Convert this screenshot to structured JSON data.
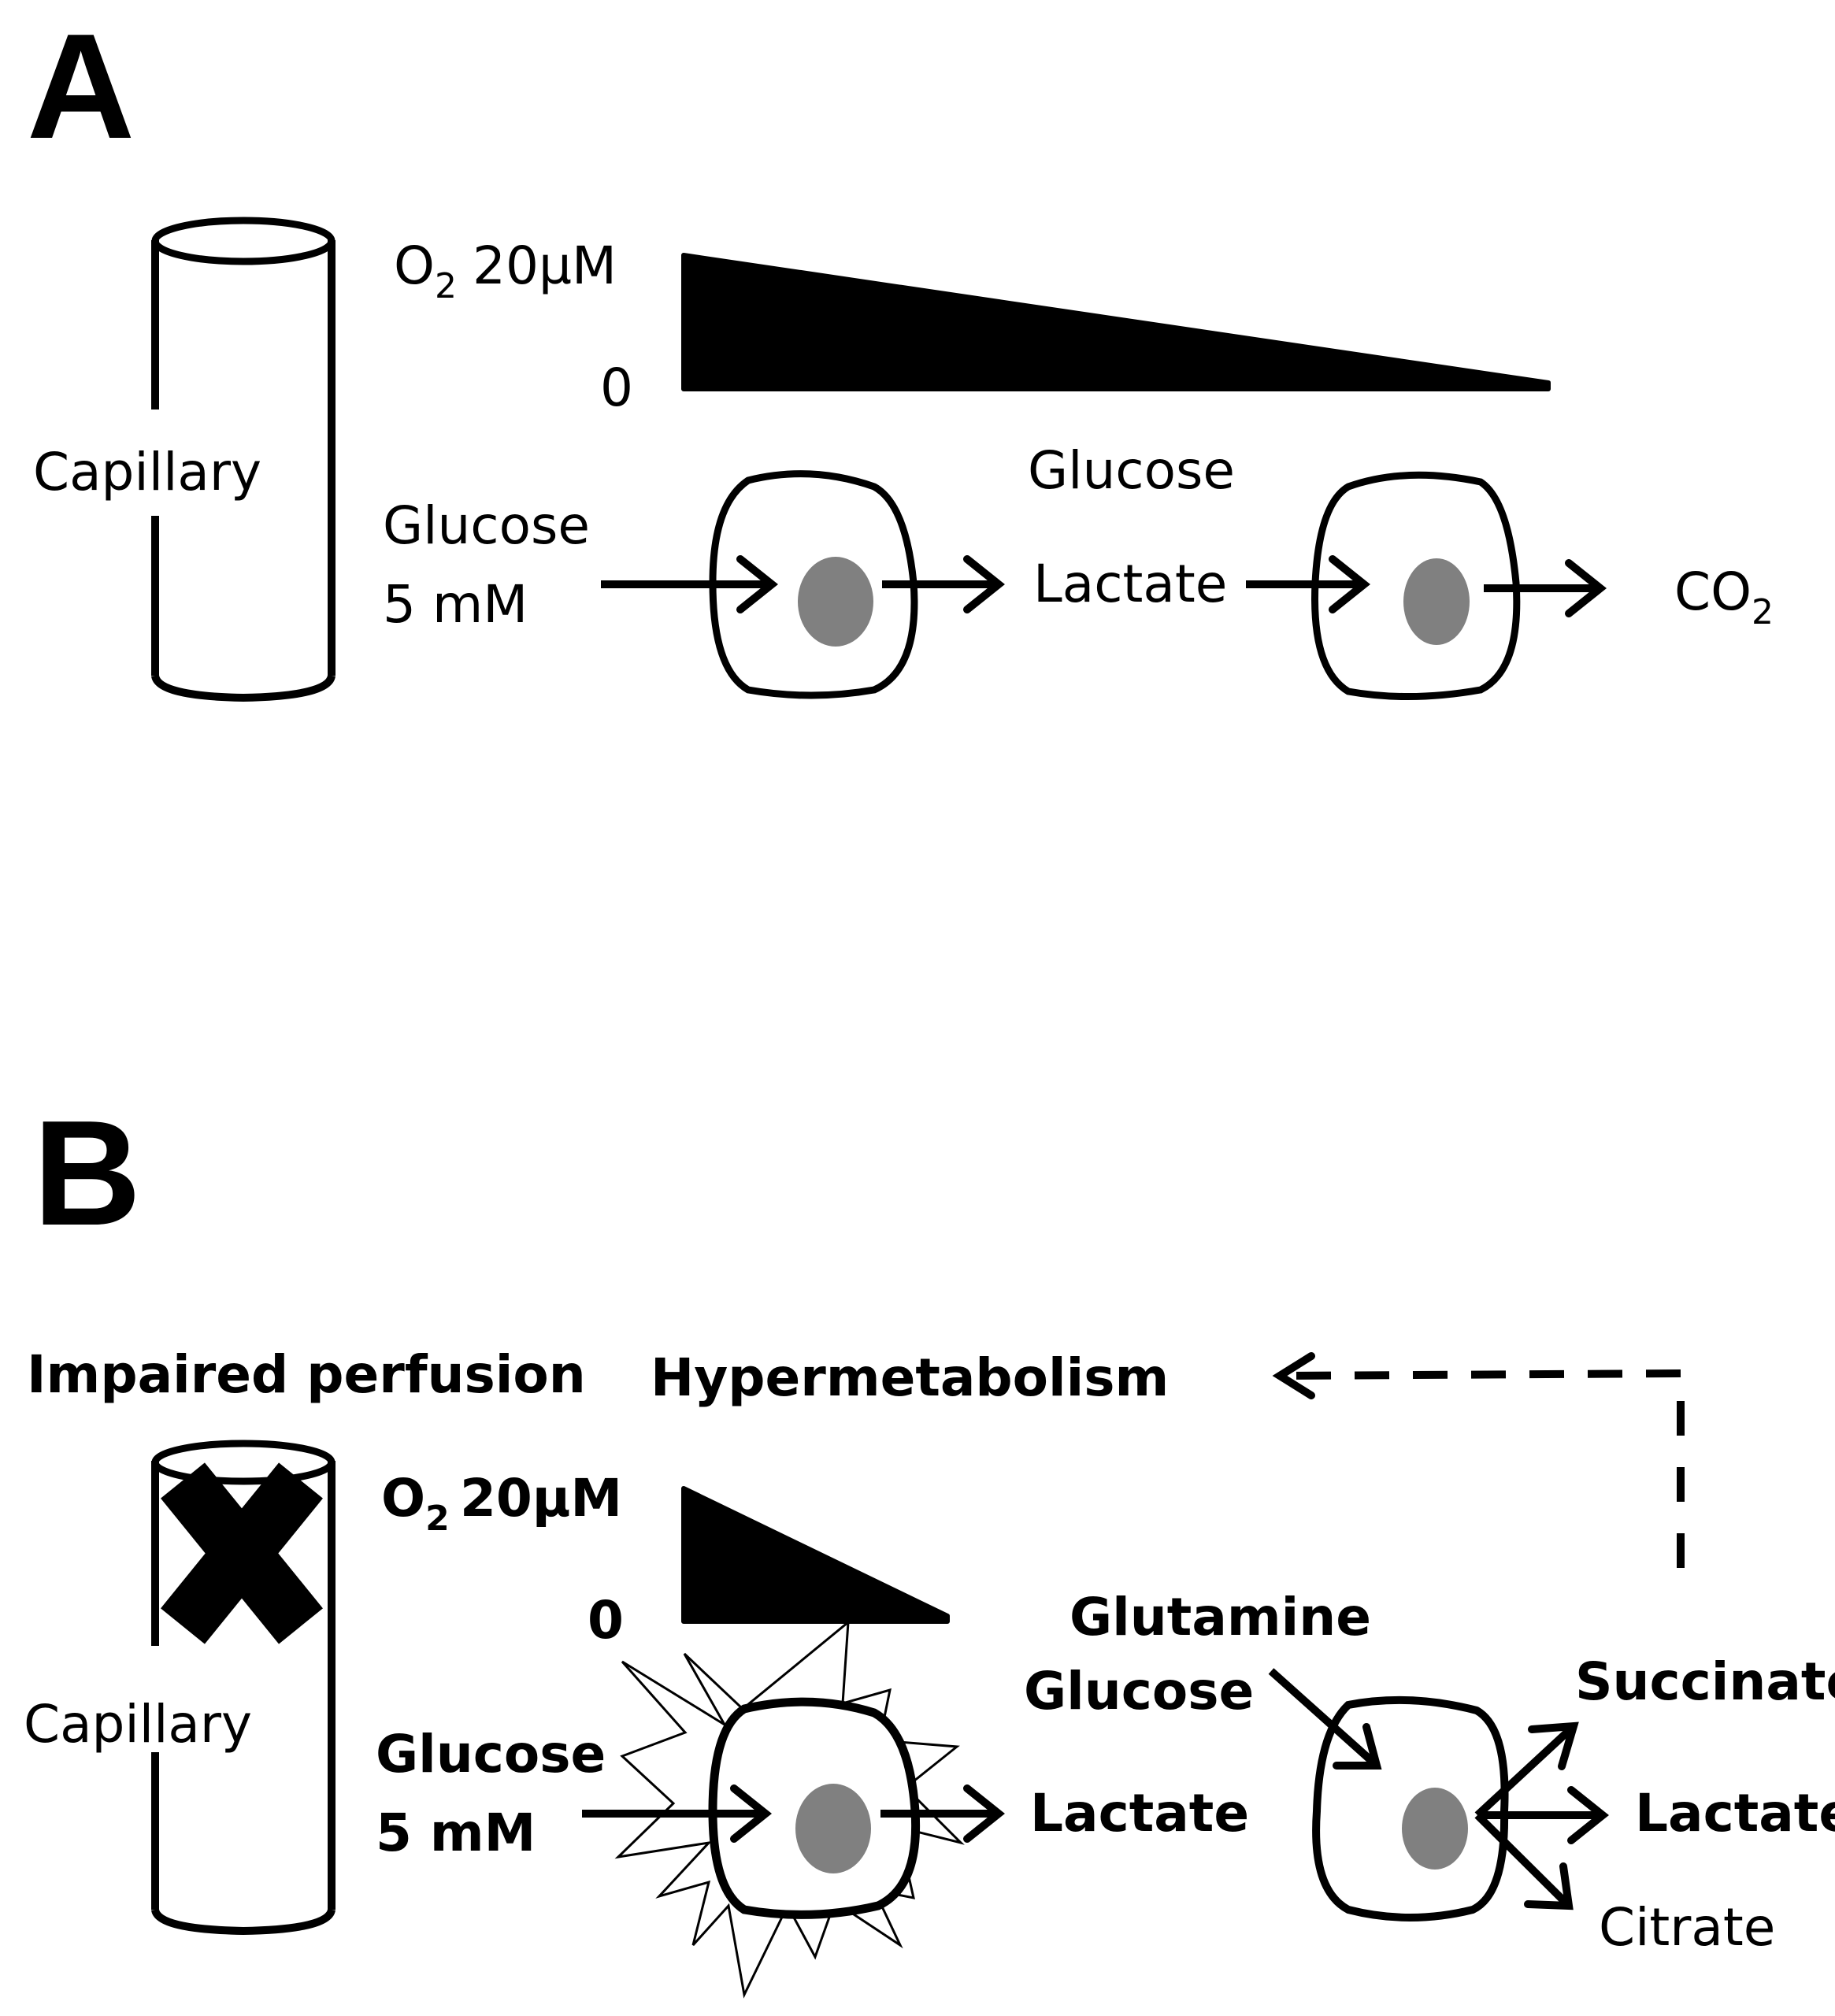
{
  "figure": {
    "panels": [
      {
        "id": "A",
        "letter": "A",
        "capillary_label": "Capillary",
        "oxygen_gradient": {
          "species": "O",
          "species_subscript": "2",
          "max_label": "20µM",
          "min_label": "0",
          "max_uM": 20,
          "min_uM": 0,
          "profile": "shallow"
        },
        "supply_label_line1": "Glucose",
        "supply_label_line2": "5 mM",
        "mid_label_top": "Glucose",
        "mid_label": "Lactate",
        "output_label": "CO",
        "output_subscript": "2"
      },
      {
        "id": "B",
        "letter": "B",
        "header_left": "Impaired perfusion",
        "header_mid": "Hypermetabolism",
        "capillary_label": "Capillary",
        "capillary_status": "blocked",
        "oxygen_gradient": {
          "species": "O",
          "species_subscript": "2",
          "max_label": "20µM",
          "min_label": "0",
          "max_uM": 20,
          "min_uM": 0,
          "profile": "steep"
        },
        "supply_label_line1": "Glucose",
        "supply_label_line2": "5 mM",
        "mid_label": "Lactate",
        "inputs_label_1": "Glutamine",
        "inputs_label_2": "Glucose",
        "outputs": [
          "Succinate",
          "Lactate",
          "Citrate"
        ],
        "feedback": "dashed-arrow-to-hypermetabolism"
      }
    ],
    "colors": {
      "stroke": "#000000",
      "nucleus": "#808080",
      "background": "#ffffff"
    }
  }
}
